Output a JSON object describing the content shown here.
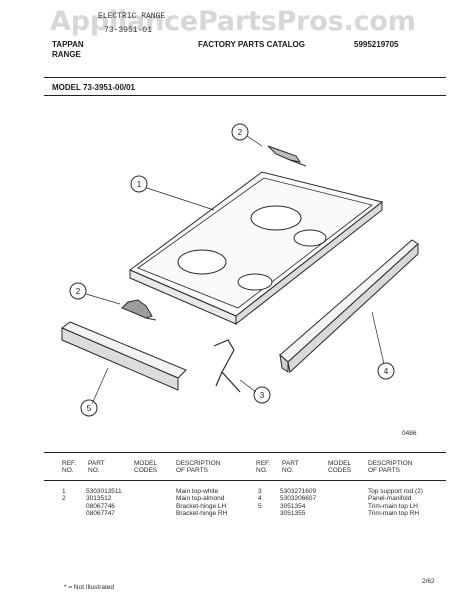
{
  "watermark": "AppliancePartsPros.com",
  "header": {
    "typed_line1": "ELECTRIC RANGE",
    "typed_line2": "73-3951-01",
    "brand_line1": "TAPPAN",
    "brand_line2": "RANGE",
    "catalog_title": "FACTORY PARTS CATALOG",
    "catalog_number": "5995219705"
  },
  "model_label": "MODEL 73-3951-00/01",
  "diagram": {
    "callouts": [
      "1",
      "2",
      "2",
      "3",
      "4",
      "5"
    ],
    "figure_code": "0486"
  },
  "table": {
    "left_headers": {
      "ref": "REF.\nNO.",
      "part": "PART\nNO.",
      "model": "MODEL\nCODES",
      "desc": "DESCRIPTION\nOF PARTS"
    },
    "right_headers": {
      "ref": "REF.\nNO.",
      "part": "PART\nNO.",
      "model": "MODEL\nCODES",
      "desc": "DESCRIPTION\nOF PARTS"
    },
    "left_rows": [
      {
        "ref": "1",
        "part": "5303013511",
        "desc": "Main top-white"
      },
      {
        "ref": "",
        "part": "3013512",
        "desc": "Main top-almond"
      },
      {
        "ref": "2",
        "part": "08067746",
        "desc": "Bracket-hinge LH"
      },
      {
        "ref": "",
        "part": "08067747",
        "desc": "Bracket-hinge RH"
      }
    ],
    "right_rows": [
      {
        "ref": "3",
        "part": "5303271609",
        "desc": "Top support rod (2)"
      },
      {
        "ref": "4",
        "part": "5303206607",
        "desc": "Panel-manifold"
      },
      {
        "ref": "5",
        "part": "3051354",
        "desc": "Trim-main top LH"
      },
      {
        "ref": "",
        "part": "3051355",
        "desc": "Trim-main top RH"
      }
    ]
  },
  "footer": {
    "note": "* = Not Illustrated",
    "date": "2/62"
  }
}
